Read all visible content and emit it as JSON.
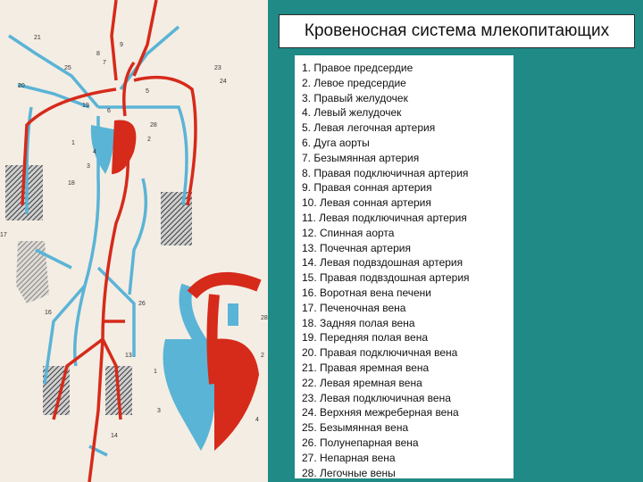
{
  "title": "Кровеносная система млекопитающих",
  "legend": [
    "1. Правое предсердие",
    "2. Левое предсердие",
    "3. Правый желудочек",
    "4. Левый желудочек",
    "5. Левая легочная артерия",
    "6. Дуга аорты",
    "7. Безымянная артерия",
    "8. Правая подключичная артерия",
    "9. Правая сонная артерия",
    "10. Левая сонная артерия",
    "11. Левая подключичная артерия",
    "12. Спинная аорта",
    "13. Почечная артерия",
    "14. Левая подвздошная артерия",
    "15. Правая подвздошная артерия",
    "16. Воротная вена печени",
    "17. Печеночная вена",
    "18. Задняя полая вена",
    "19. Передняя полая вена",
    "20. Правая подключичная вена",
    "21. Правая яремная вена",
    "22. Левая яремная вена",
    "23. Левая подключичная вена",
    "24. Верхняя межреберная вена",
    "25. Безымянная вена",
    "26. Полунепарная вена",
    "27. Непарная вена",
    "28. Легочные вены"
  ],
  "diagram": {
    "labels": [
      "21",
      "20",
      "25",
      "9",
      "7",
      "8",
      "23",
      "24",
      "5",
      "19",
      "6",
      "28",
      "2",
      "1",
      "3",
      "4",
      "18",
      "17",
      "16",
      "26",
      "13",
      "14",
      "28",
      "1",
      "2",
      "3",
      "4"
    ],
    "colors": {
      "artery": "#d62a1a",
      "vein": "#5ab4d6",
      "organ": "#6e6e6e",
      "background": "#1f8a86",
      "panel": "#f4ede4"
    }
  }
}
